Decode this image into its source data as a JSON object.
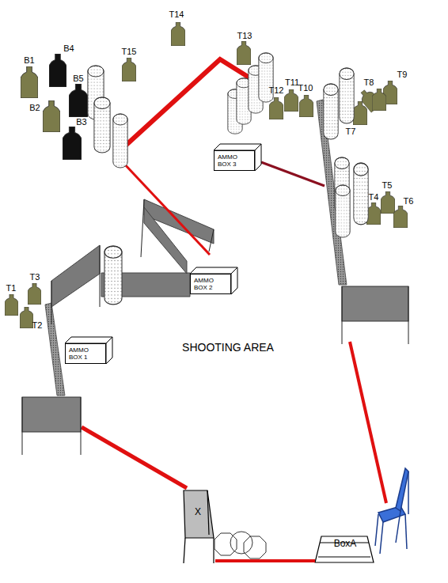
{
  "diagram": {
    "nodes": [
      {
        "text": [
          "AMMO BOX 3"
        ]
      },
      {
        "text": [
          "AMMO BOX 2"
        ]
      },
      {
        "text": [
          "AMMO BOX 1"
        ]
      },
      {
        "text": [
          "X"
        ]
      },
      {
        "text": [
          "BoxA"
        ]
      }
    ],
    "edges": [
      {
        "from": 4,
        "to": 3,
        "arrow": "none"
      }
    ],
    "labels": [
      "B1",
      "B4",
      "B5",
      "B2",
      "B3",
      "T14",
      "T15",
      "T13",
      "T12",
      "T11",
      "T10",
      "T8",
      "T9",
      "T7",
      "T5",
      "T4",
      "T6",
      "T3",
      "T1",
      "T2",
      "SHOOTING AREA"
    ]
  }
}
